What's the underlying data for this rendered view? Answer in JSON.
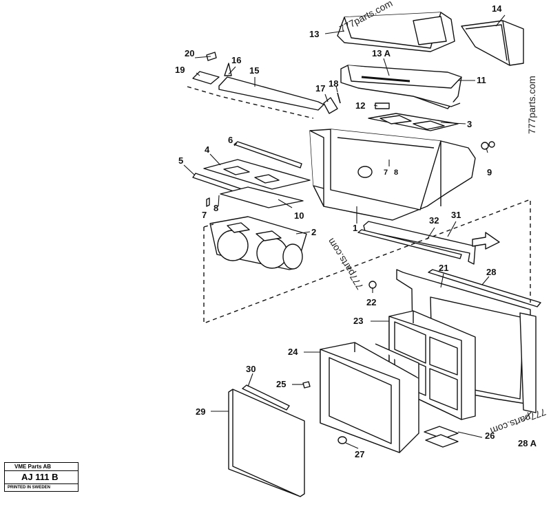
{
  "callouts": {
    "c1": "1",
    "c2": "2",
    "c3": "3",
    "c4": "4",
    "c5": "5",
    "c6": "6",
    "c7a": "7",
    "c7b": "7",
    "c8a": "8",
    "c8b": "8",
    "c9": "9",
    "c10": "10",
    "c11": "11",
    "c12": "12",
    "c13": "13",
    "c13a": "13 A",
    "c14": "14",
    "c15": "15",
    "c16": "16",
    "c17": "17",
    "c18": "18",
    "c19": "19",
    "c20": "20",
    "c21": "21",
    "c22": "22",
    "c23": "23",
    "c24": "24",
    "c25": "25",
    "c26": "26",
    "c27": "27",
    "c28": "28",
    "c28a": "28 A",
    "c29": "29",
    "c30": "30",
    "c31": "31",
    "c32": "32"
  },
  "watermarks": {
    "top": "777parts.com",
    "right": "777parts.com",
    "middle": "777parts.com",
    "bottom": "777parts.com"
  },
  "title_block": {
    "company": "VME Parts AB",
    "code": "AJ 111 B",
    "printed": "PRINTED IN SWEDEN"
  }
}
